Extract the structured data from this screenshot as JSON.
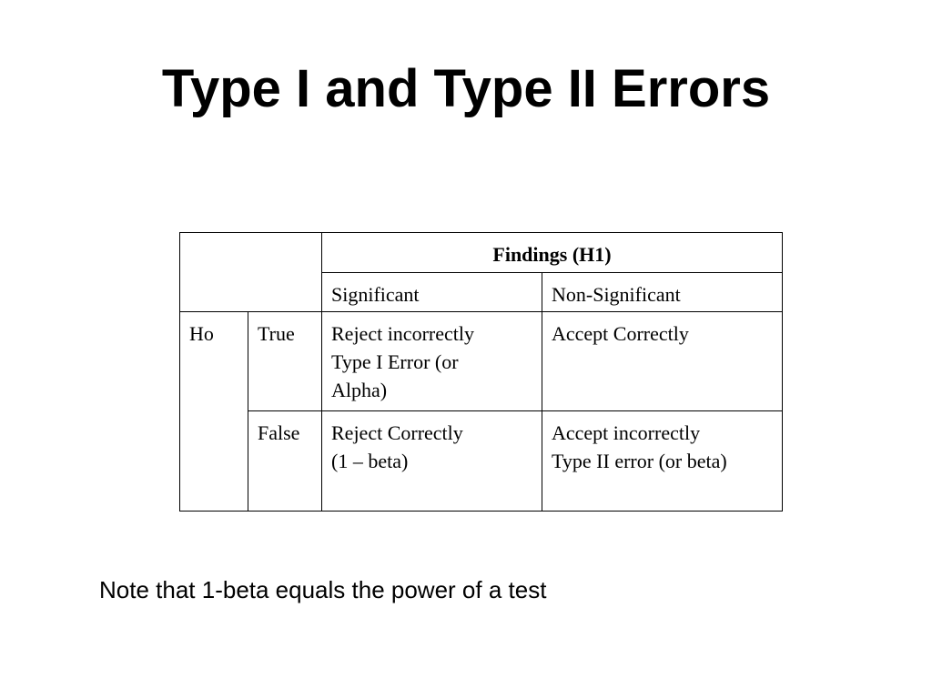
{
  "slide": {
    "title": "Type I and Type II Errors",
    "note": "Note that 1-beta equals the power of a test"
  },
  "table": {
    "findings_header": "Findings (H1)",
    "col_significant": "Significant",
    "col_non_significant": "Non-Significant",
    "row_group": "Ho",
    "row_true": "True",
    "row_false": "False",
    "true_significant": [
      "Reject incorrectly",
      "Type I Error (or",
      "Alpha)"
    ],
    "true_non_significant": [
      "Accept Correctly"
    ],
    "false_significant": [
      "Reject Correctly",
      "(1 – beta)"
    ],
    "false_non_significant": [
      "Accept incorrectly",
      "Type II error (or beta)"
    ]
  }
}
